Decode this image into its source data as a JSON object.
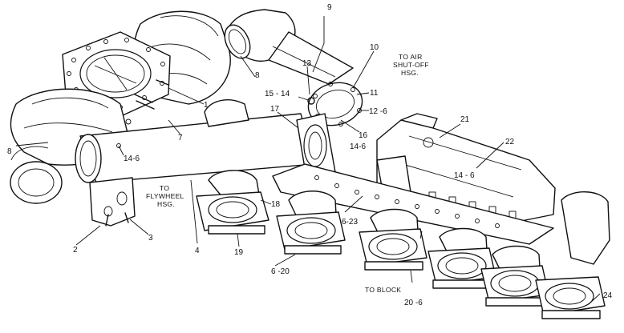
{
  "callouts": {
    "c1": "1",
    "c2": "2",
    "c3": "3",
    "c4": "4",
    "c7": "7",
    "c8a": "8",
    "c8b": "8",
    "c9": "9",
    "c10": "10",
    "c11": "11",
    "c12": "12 -6",
    "c13": "13",
    "c15": "15 - 14",
    "c16": "16",
    "c17": "17",
    "c18": "18",
    "c19": "19",
    "c21": "21",
    "c22": "22",
    "c14a": "14-6",
    "c14b": "14-6",
    "c14c": "14 - 6",
    "c23": "6-23",
    "c20a": "6 -20",
    "c20b": "20 -6",
    "c24": "24"
  },
  "notes": {
    "air_line1": "TO  AIR",
    "air_line2": "SHUT-OFF",
    "air_line3": "HSG.",
    "fly_line1": "TO",
    "fly_line2": "FLYWHEEL",
    "fly_line3": "HSG.",
    "block": "TO BLOCK"
  }
}
